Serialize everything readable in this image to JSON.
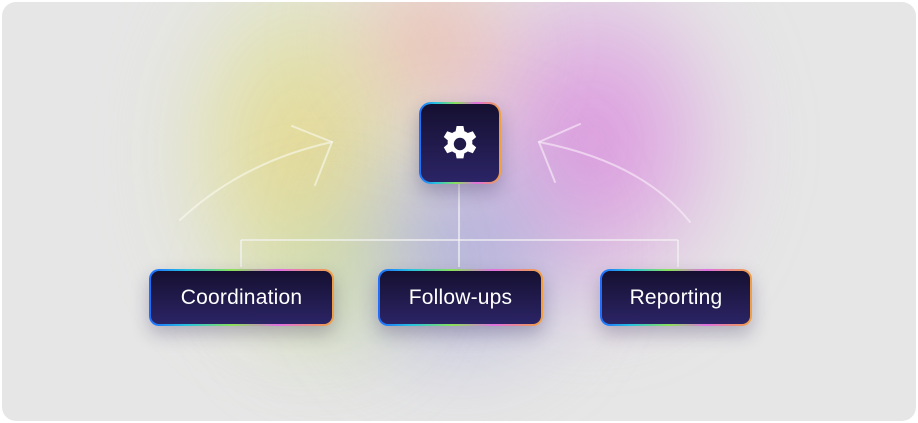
{
  "diagram": {
    "hub": {
      "icon": "gear-icon"
    },
    "nodes": [
      {
        "label": "Coordination"
      },
      {
        "label": "Follow-ups"
      },
      {
        "label": "Reporting"
      }
    ],
    "colors": {
      "background": "#e6e6e6",
      "node_fill_top": "#151030",
      "node_fill_bottom": "#2b2466",
      "border_gradient": [
        "#1e6bff",
        "#26c2e0",
        "#8be05a",
        "#e070e0",
        "#f0a040"
      ],
      "connector": "#f2f2f2"
    }
  }
}
